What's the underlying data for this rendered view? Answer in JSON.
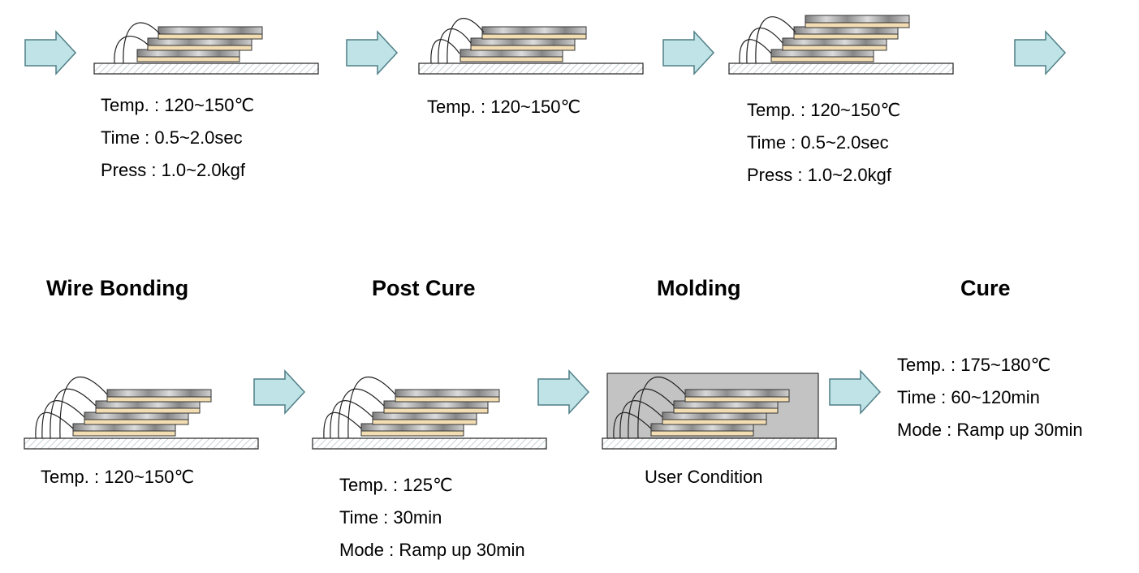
{
  "steps": [
    {
      "id": "s1",
      "params": [
        "Temp. : 120~150℃",
        "Time : 0.5~2.0sec",
        "Press : 1.0~2.0kgf"
      ],
      "die_count": 3,
      "wires": 2
    },
    {
      "id": "s2",
      "params": [
        "Temp. : 120~150℃"
      ],
      "die_count": 3,
      "wires": 3
    },
    {
      "id": "s3",
      "params": [
        "Temp. : 120~150℃",
        "Time : 0.5~2.0sec",
        "Press : 1.0~2.0kgf"
      ],
      "die_count": 4,
      "wires": 3
    },
    {
      "id": "wire_bonding",
      "title": "Wire Bonding",
      "params": [
        "Temp. : 120~150℃"
      ],
      "die_count": 4,
      "wires": 4
    },
    {
      "id": "post_cure",
      "title": "Post Cure",
      "params": [
        "Temp. : 125℃",
        "Time : 30min",
        "Mode : Ramp up 30min"
      ],
      "die_count": 4,
      "wires": 4
    },
    {
      "id": "molding",
      "title": "Molding",
      "params": [
        "User Condition"
      ],
      "die_count": 4,
      "wires": 4,
      "molded": true
    },
    {
      "id": "cure",
      "title": "Cure",
      "params": [
        "Temp. : 175~180℃",
        "Time : 60~120min",
        "Mode : Ramp up 30min"
      ]
    }
  ],
  "colors": {
    "arrow_fill": "#bfe3e6",
    "arrow_stroke": "#4f7f86",
    "substrate_fill": "#ffffff",
    "substrate_hatch": "#c9d3d6",
    "die_base": "#f3ddb3",
    "die_top": "#9a9a9a",
    "mold_fill": "#c3c3c3"
  }
}
